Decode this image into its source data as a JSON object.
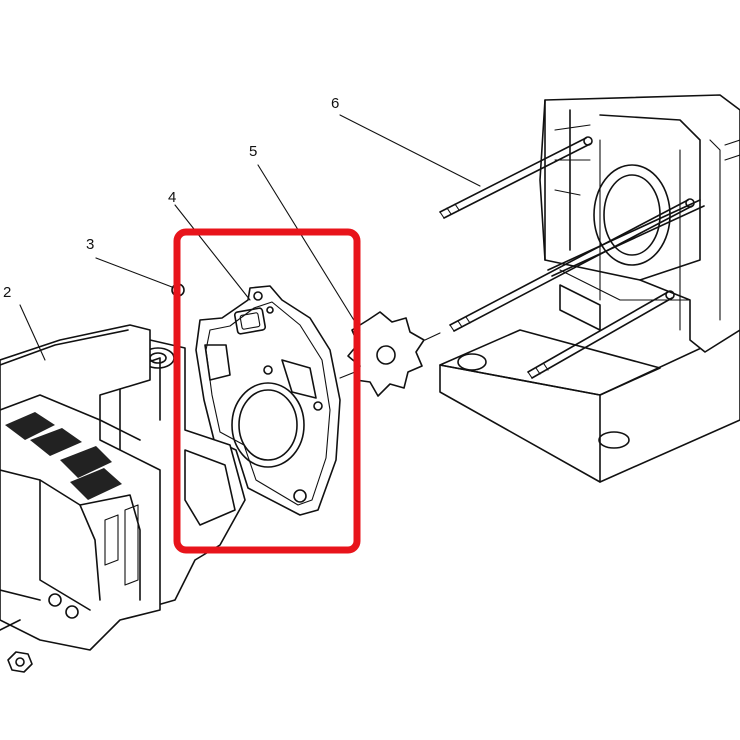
{
  "callouts": [
    {
      "id": "1",
      "label": "2"
    },
    {
      "id": "2",
      "label": "3"
    },
    {
      "id": "3",
      "label": "4"
    },
    {
      "id": "4",
      "label": "5"
    },
    {
      "id": "5",
      "label": "6"
    }
  ],
  "highlight": {
    "color": "#e8141b",
    "target": "4"
  },
  "ink_color": "#111111"
}
